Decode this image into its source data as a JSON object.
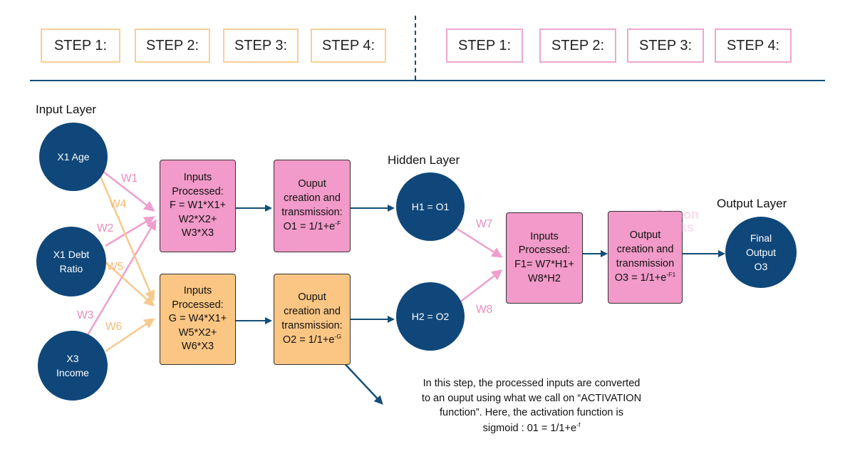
{
  "steps_left": [
    "STEP 1:",
    "STEP 2:",
    "STEP 3:",
    "STEP 4:"
  ],
  "steps_right": [
    "STEP 1:",
    "STEP 2:",
    "STEP 3:",
    "STEP 4:"
  ],
  "layers": {
    "input": "Input Layer",
    "hidden": "Hidden Layer",
    "output": "Output Layer"
  },
  "inputs": {
    "x1_age": "X1 Age",
    "x1_debt_line1": "X1 Debt",
    "x1_debt_line2": "Ratio",
    "x3_line1": "X3",
    "x3_line2": "Income"
  },
  "weights": {
    "w1": "W1",
    "w2": "W2",
    "w3": "W3",
    "w4": "W4",
    "w5": "W5",
    "w6": "W6",
    "w7": "W7",
    "w8": "W8"
  },
  "boxes": {
    "proc_f": [
      "Inputs",
      "Processed:",
      "F = W1*X1+",
      "W2*X2+",
      "W3*X3"
    ],
    "out_o1": [
      "Ouput",
      "creation and",
      "transmission:",
      "O1 = 1/1+e",
      "-F"
    ],
    "proc_g": [
      "Inputs",
      "Processed:",
      "G = W4*X1+",
      "W5*X2+",
      "W6*X3"
    ],
    "out_o2": [
      "Ouput",
      "creation and",
      "transmission:",
      "O2 = 1/1+e",
      "-G"
    ],
    "proc_f1": [
      "Inputs",
      "Processed:",
      "F1= W7*H1+",
      "W8*H2"
    ],
    "out_o3": [
      "Output",
      "creation and",
      "transmission",
      "O3 = 1/1+e",
      "-F1"
    ]
  },
  "hidden_nodes": {
    "h1": "H1 = O1",
    "h2": "H2 = O2"
  },
  "final_node": [
    "Final",
    "Output",
    "O3"
  ],
  "note": {
    "line1": "In this step, the processed inputs are converted",
    "line2": "to an ouput using what we call on “ACTIVATION",
    "line3": "function”. Here, the activation function is",
    "line4": "sigmoid : 01 = 1/1+e",
    "line4_sup": "-f"
  },
  "watermark": [
    "Python",
    "Geeks"
  ],
  "colors": {
    "navy": "#0f477a",
    "pink": "#f29ac9",
    "orange": "#fbc684",
    "pink_line": "#ee9fcc",
    "orange_line": "#f6c98c",
    "divider": "#134e78"
  }
}
